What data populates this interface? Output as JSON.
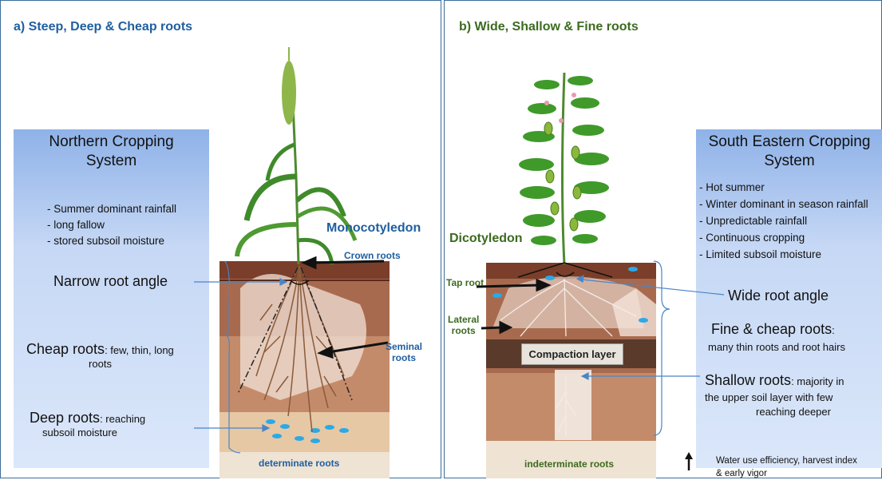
{
  "panel_a": {
    "title": "a) Steep, Deep & Cheap roots",
    "box_title_1": "Northern Cropping",
    "box_title_2": "System",
    "bullets": [
      "- Summer dominant rainfall",
      "- long fallow",
      "- stored subsoil moisture"
    ],
    "monocot": "Monocotyledon",
    "crown_roots": "Crown roots",
    "seminal_1": "Seminal",
    "seminal_2": "roots",
    "narrow_angle": "Narrow root angle",
    "cheap_big": "Cheap roots",
    "cheap_small_1": ": few, thin, long",
    "cheap_small_2": "roots",
    "deep_big": "Deep roots",
    "deep_small_1": ": reaching",
    "deep_small_2": "subsoil moisture",
    "determinate": "determinate roots"
  },
  "panel_b": {
    "title": "b) Wide, Shallow & Fine roots",
    "box_title_1": "South Eastern  Cropping",
    "box_title_2": "System",
    "bullets": [
      "-   Hot summer",
      "-   Winter dominant in season rainfall",
      "-   Unpredictable rainfall",
      "-   Continuous cropping",
      "-   Limited subsoil moisture"
    ],
    "dicot": "Dicotyledon",
    "tap_root": "Tap root",
    "lateral_1": "Lateral",
    "lateral_2": "roots",
    "compaction": "Compaction layer",
    "wide_angle": "Wide root angle",
    "fine_big": "Fine & cheap roots",
    "fine_colon": ":",
    "fine_small": "many thin roots and root hairs",
    "shallow_big": "Shallow roots",
    "shallow_small_1": ": majority in",
    "shallow_small_2": "the upper soil layer with few",
    "shallow_small_3": "reaching deeper",
    "wue_1": "Water use efficiency, harvest index",
    "wue_2": "& early vigor",
    "indeterminate": "indeterminate roots"
  }
}
